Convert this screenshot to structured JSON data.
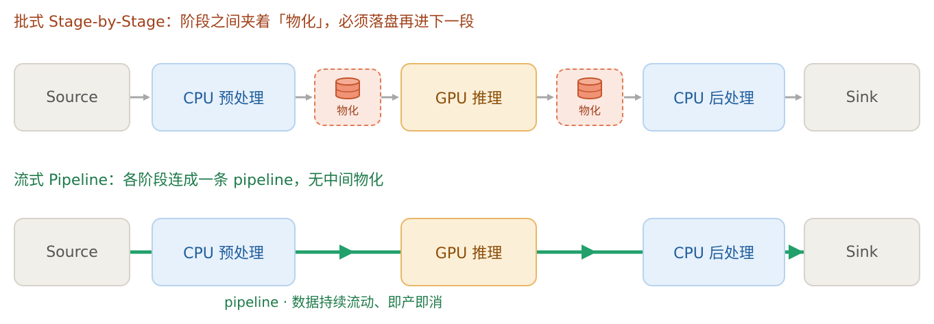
{
  "batch": {
    "title": "批式 Stage-by-Stage：阶段之间夹着「物化」，必须落盘再进下一段",
    "stages": {
      "source": "Source",
      "cpu_pre": "CPU 预处理",
      "gpu": "GPU 推理",
      "cpu_post": "CPU 后处理",
      "sink": "Sink"
    },
    "materialize_label": "物化"
  },
  "stream": {
    "title": "流式 Pipeline：各阶段连成一条 pipeline，无中间物化",
    "stages": {
      "source": "Source",
      "cpu_pre": "CPU 预处理",
      "gpu": "GPU 推理",
      "cpu_post": "CPU 后处理",
      "sink": "Sink"
    },
    "caption": "pipeline · 数据持续流动、即产即消"
  },
  "colors": {
    "batch_title": "#a0421b",
    "stream_title": "#1e7a4a",
    "source_sink_fill": "#f1efe9",
    "cpu_fill": "#e7f1fb",
    "gpu_fill": "#fcefd8",
    "materialize_fill": "#fbe8e1",
    "materialize_border": "#df7a55",
    "batch_arrow": "#a8a8a8",
    "pipeline_line": "#22a06b"
  },
  "icons": {
    "materialize": "database-cylinder-icon"
  }
}
